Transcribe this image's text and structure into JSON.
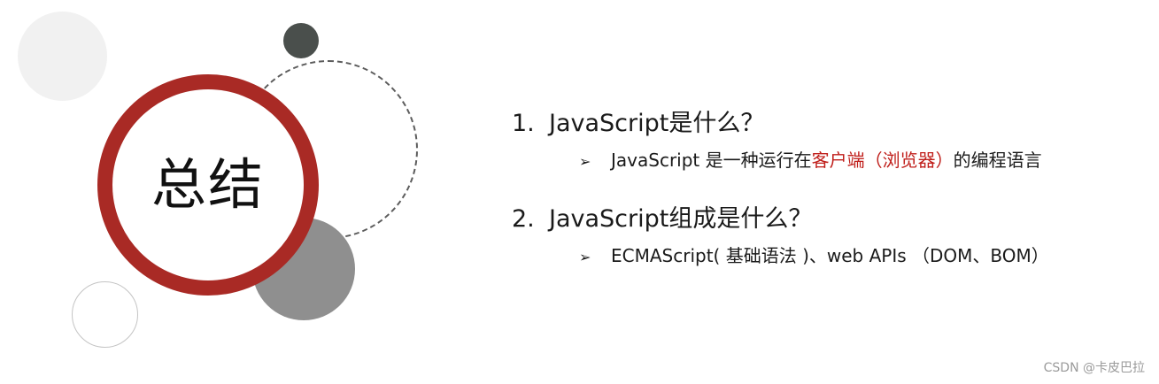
{
  "title": "总结",
  "items": [
    {
      "number": "1.",
      "heading": "JavaScript是什么？",
      "bullet": "➢",
      "sub_before": "JavaScript 是一种运行在",
      "sub_highlight": "客户端（浏览器）",
      "sub_after": "的编程语言"
    },
    {
      "number": "2.",
      "heading": "JavaScript组成是什么？",
      "bullet": "➢",
      "sub_text": "ECMAScript( 基础语法 )、web APIs （DOM、BOM）"
    }
  ],
  "watermark": "CSDN @卡皮巴拉",
  "colors": {
    "accent_red": "#a92a25",
    "highlight_red": "#c0201c",
    "dark_circle": "#4a4f4c",
    "gray_circle": "#8f8f8f"
  }
}
